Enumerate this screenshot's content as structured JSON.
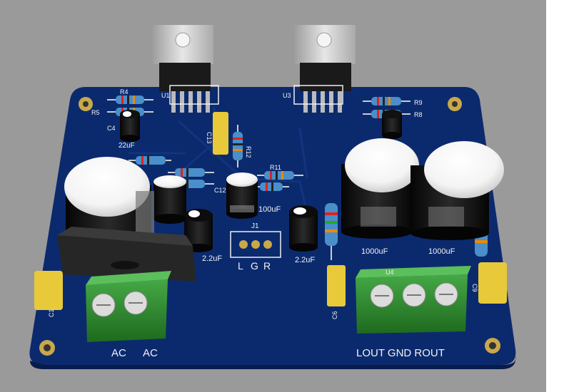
{
  "colors": {
    "background": "#9a9a9a",
    "board": "#0b2a6e",
    "silkscreen": "#f2f2f2",
    "terminal_block": "#2e8b2e",
    "capacitor_film": "#e8c93a",
    "heatsink_tab": "#c8c8c8",
    "resistor_body": "#4a8fc9"
  },
  "labels": {
    "u1": "U1",
    "u3": "U3",
    "r4": "R4",
    "r5": "R5",
    "r9": "R9",
    "r8": "R8",
    "r11": "R11",
    "r12": "R12",
    "c4": "C4",
    "c12": "C12",
    "c1": "C1",
    "c6": "C6",
    "c9": "C9",
    "c13": "C13",
    "j1": "J1",
    "u4": "U4",
    "cap_22uf_top": "22uF",
    "cap_100uf": "100uF",
    "cap_2_2uf_left": "2.2uF",
    "cap_2_2uf_right": "2.2uF",
    "cap_1000uf_a": "1000uF",
    "cap_1000uf_b": "1000uF",
    "j1_l": "L",
    "j1_g": "G",
    "j1_r": "R",
    "ac_left": "AC",
    "ac_right": "AC",
    "output_labels": "LOUT GND ROUT"
  }
}
